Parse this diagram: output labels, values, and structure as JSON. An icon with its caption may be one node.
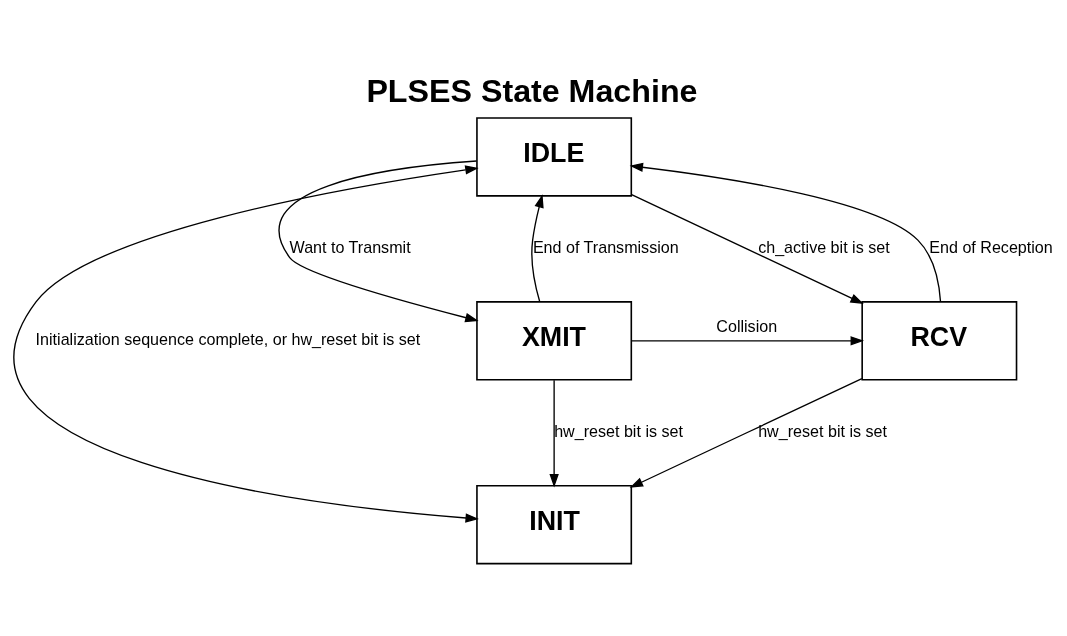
{
  "diagram": {
    "title": "PLSES State Machine",
    "nodes": [
      {
        "text": [
          "INIT"
        ]
      },
      {
        "text": [
          "IDLE"
        ]
      },
      {
        "text": [
          "RCV"
        ]
      },
      {
        "text": [
          "XMIT"
        ]
      }
    ],
    "edges": [
      {
        "from": 2,
        "to": 0,
        "arrow": "to",
        "label": "hw_reset bit is set"
      },
      {
        "from": 1,
        "to": 0,
        "arrow": "both",
        "label": "Initialization sequence complete, or hw_reset bit is set"
      },
      {
        "from": 3,
        "to": 0,
        "arrow": "to",
        "label": "hw_reset bit is set"
      },
      {
        "from": 1,
        "to": 2,
        "arrow": "to",
        "label": "ch_active bit is set"
      },
      {
        "from": 1,
        "to": 3,
        "arrow": "to",
        "label": "Want to Transmit"
      },
      {
        "from": 2,
        "to": 1,
        "arrow": "to",
        "label": "End of Reception"
      },
      {
        "from": 3,
        "to": 1,
        "arrow": "to",
        "label": "End of Transmission"
      },
      {
        "from": 3,
        "to": 2,
        "arrow": "to",
        "label": "Collision"
      }
    ]
  }
}
